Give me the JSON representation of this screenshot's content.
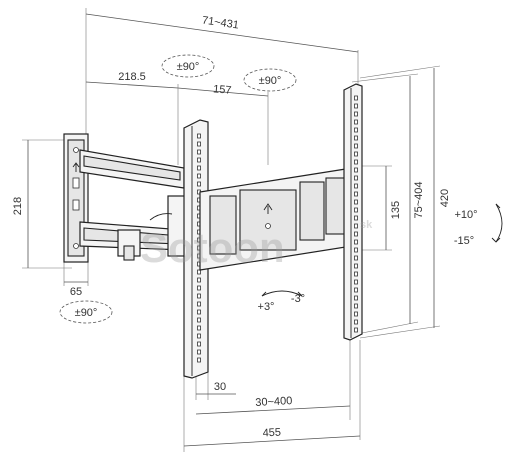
{
  "dimensions": {
    "overall_depth": "71~431",
    "arm_depth": "218.5",
    "arm_offset": "157",
    "wall_plate_height": "218",
    "wall_plate_width": "65",
    "hole_pitch": "135",
    "vesa_height": "75~404",
    "bracket_height": "420",
    "min_spacing": "30",
    "vesa_width": "30~400",
    "bracket_width": "455"
  },
  "rotations": {
    "swivel_top_left": "±90°",
    "swivel_top_right": "±90°",
    "swivel_wall": "±90°",
    "tilt_up": "+10°",
    "tilt_down": "-15°",
    "level_plus": "+3°",
    "level_minus": "-3°"
  },
  "watermark": {
    "main": "Sotoon",
    "suffix": "sk"
  }
}
